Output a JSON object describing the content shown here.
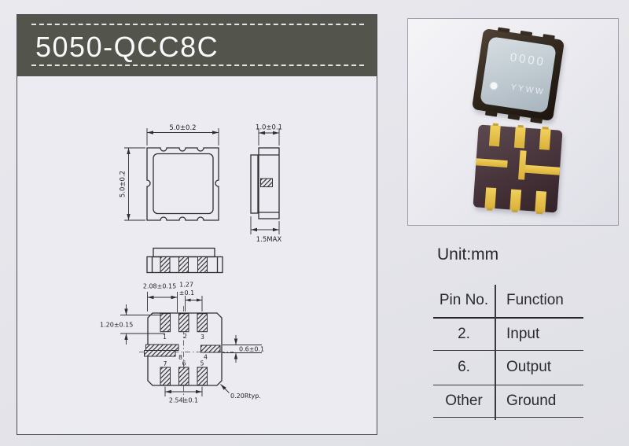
{
  "header": {
    "part_number": "5050-QCC8C"
  },
  "photo": {
    "marking": "0000",
    "datecode": "YYWW"
  },
  "unit_label": "Unit:mm",
  "drawing": {
    "dim_body_width": "5.0±0.2",
    "dim_body_height": "5.0±0.2",
    "dim_side_width": "1.0±0.1",
    "dim_total_height": "1.5MAX",
    "dim_pad_offset": "2.08±0.15",
    "dim_pitch_value": "1.27",
    "dim_pitch_tol": "±0.1",
    "dim_pad_height": "1.20±0.15",
    "dim_mid_pad": "0.6±0.1",
    "dim_bottom_pitch": "2.54±0.1",
    "dim_corner_radius": "0.20Rtyp.",
    "pins": {
      "p1": "1",
      "p2": "2",
      "p3": "3",
      "p4": "4",
      "p5": "5",
      "p6": "6",
      "p7": "7",
      "p8": "8"
    }
  },
  "pin_table": {
    "col_pin": "Pin No.",
    "col_function": "Function",
    "rows": [
      {
        "pin": "2.",
        "function": "Input"
      },
      {
        "pin": "6.",
        "function": "Output"
      },
      {
        "pin": "Other",
        "function": "Ground"
      }
    ]
  }
}
